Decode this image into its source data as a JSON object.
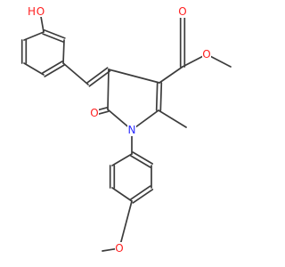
{
  "molecule": {
    "atoms": {
      "hydroxyl_o": {
        "symbol": "O",
        "hcount": "H",
        "color": "#ff2020"
      },
      "ketone_o": {
        "symbol": "O",
        "color": "#ff2020"
      },
      "ester_carbonyl_o": {
        "symbol": "O",
        "color": "#ff2020"
      },
      "ester_ether_o": {
        "symbol": "O",
        "color": "#ff2020"
      },
      "methoxy_o": {
        "symbol": "O",
        "color": "#ff2020"
      },
      "ring_n": {
        "symbol": "N",
        "color": "#2a2aff"
      }
    },
    "bond_color": "#3c3c3c"
  }
}
